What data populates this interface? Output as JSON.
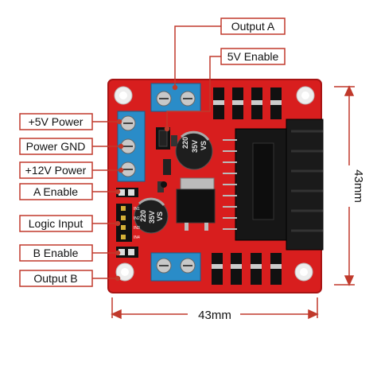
{
  "labels": {
    "left": [
      "+5V Power",
      "Power GND",
      "+12V Power",
      "A Enable",
      "Logic Input",
      "B Enable",
      "Output B"
    ],
    "top": [
      "Output A",
      "5V Enable"
    ]
  },
  "dimensions": {
    "width": "43mm",
    "height": "43mm"
  },
  "components": {
    "cap_top": "220\n35V\nVS",
    "cap_bottom": "220\n35V\nVS",
    "header_pins": "IN1 IN2 IN3 IN4"
  },
  "colors": {
    "board": "#d81e1e",
    "terminal": "#2a8cc8",
    "heatsink": "#1a1a1a",
    "callout_line": "#c0392b"
  }
}
